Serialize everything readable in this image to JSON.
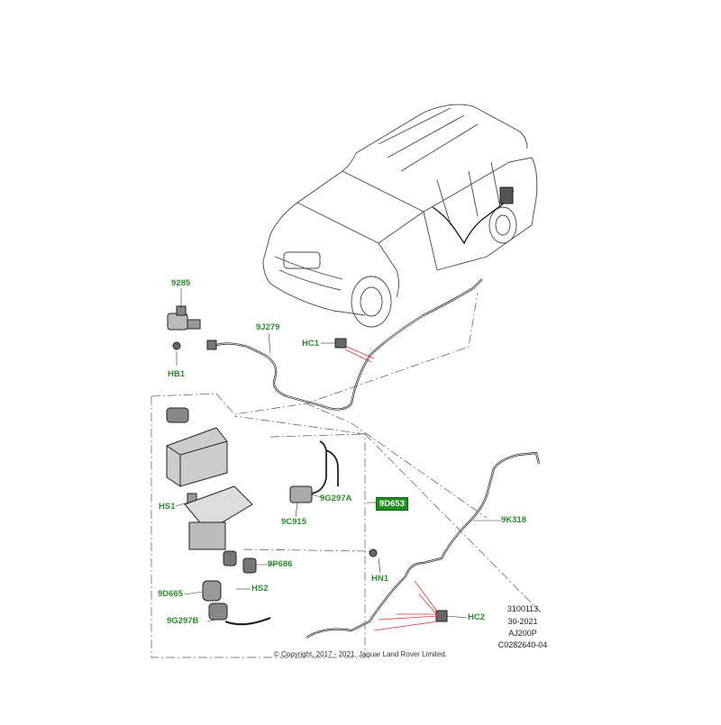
{
  "callouts": {
    "c9285": "9285",
    "hb1": "HB1",
    "c9j279": "9J279",
    "hc1": "HC1",
    "hs1": "HS1",
    "c9g297a": "9G297A",
    "c9d653": "9D653",
    "c9c915": "9C915",
    "c9k318": "9K318",
    "c9p686": "9P686",
    "hn1": "HN1",
    "c9d665": "9D665",
    "hs2": "HS2",
    "c9g297b": "9G297B",
    "hc2": "HC2"
  },
  "reference": {
    "line1": "3100113",
    "line2": "30-2021",
    "line3": "AJ200P",
    "line4": "C0282640-04"
  },
  "copyright": "© Copyright. 2017 - 2021. Jaguar Land Rover Limited.",
  "colors": {
    "callout_text": "#2e8b2e",
    "highlight_box": "#1f8f1f",
    "leader_red": "#e03030",
    "line_art": "#333333"
  }
}
